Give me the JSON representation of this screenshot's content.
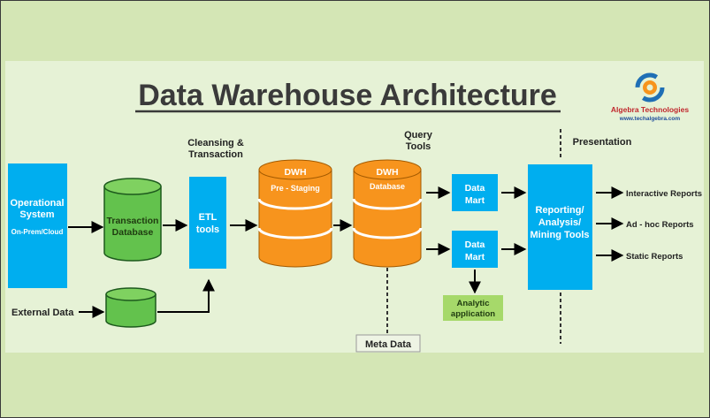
{
  "title": "Data Warehouse Architecture",
  "logo": {
    "company": "Algebra Technologies",
    "url": "www.techalgebra.com",
    "icon": "algebra-technologies-logo"
  },
  "labels": {
    "cleansing_line1": "Cleansing &",
    "cleansing_line2": "Transaction",
    "query_line1": "Query",
    "query_line2": "Tools",
    "presentation": "Presentation",
    "meta_data": "Meta Data"
  },
  "sources": {
    "operational_line1": "Operational",
    "operational_line2": "System",
    "operational_line3": "On-Prem/Cloud",
    "external": "External Data"
  },
  "transaction_db": {
    "line1": "Transaction",
    "line2": "Database"
  },
  "etl": {
    "line1": "ETL",
    "line2": "tools"
  },
  "dwh_staging": {
    "line1": "DWH",
    "line2": "Pre - Staging"
  },
  "dwh_database": {
    "line1": "DWH",
    "line2": "Database"
  },
  "data_marts": [
    {
      "line1": "Data",
      "line2": "Mart"
    },
    {
      "line1": "Data",
      "line2": "Mart"
    }
  ],
  "analytic": {
    "line1": "Analytic",
    "line2": "application"
  },
  "reporting": {
    "line1": "Reporting/",
    "line2": "Analysis/",
    "line3": "Mining Tools"
  },
  "outputs": [
    "Interactive Reports",
    "Ad - hoc Reports",
    "Static Reports"
  ],
  "colors": {
    "blue": "#00aeef",
    "orange": "#f7941d",
    "green": "#63c24d",
    "light_green": "#a6d96a",
    "background": "#d4e6b5"
  }
}
